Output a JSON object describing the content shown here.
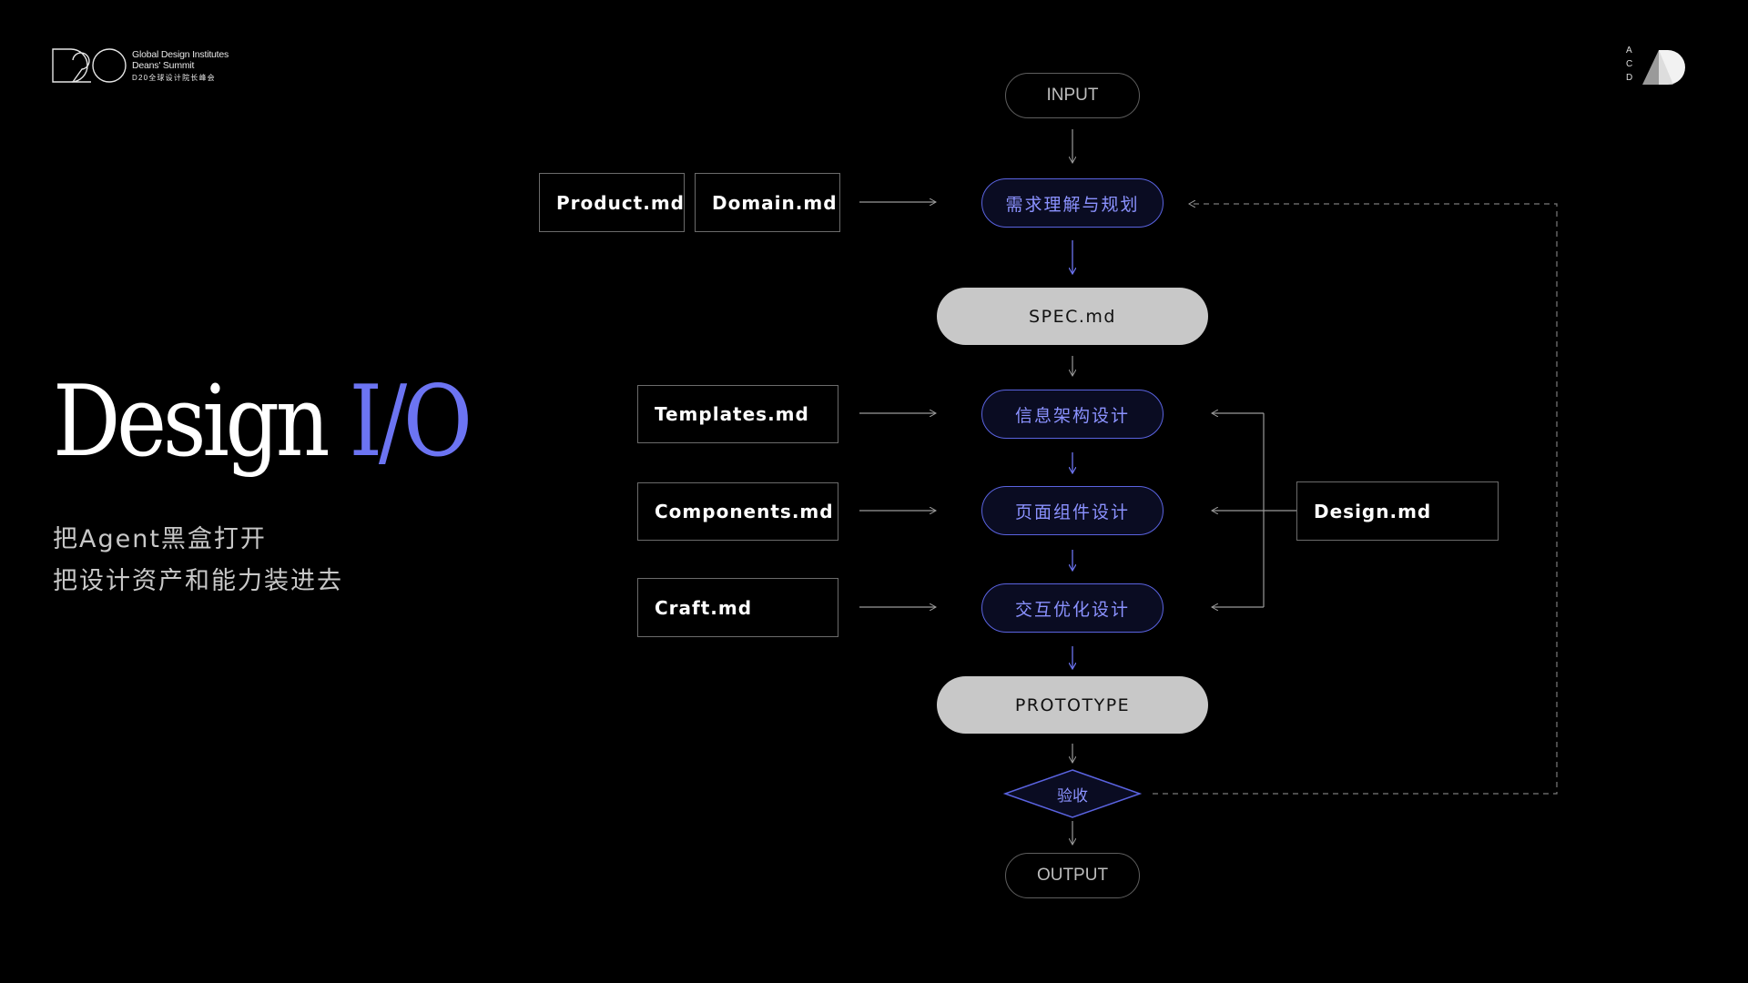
{
  "brand": {
    "line1": "Global Design Institutes",
    "line2": "Deans' Summit",
    "line3": "D20全球设计院长峰会"
  },
  "corner_logo": {
    "letters": [
      "A",
      "C",
      "D"
    ]
  },
  "title": {
    "word1": "Design",
    "word2": "I/O"
  },
  "subtitle": {
    "line1": "把Agent黑盒打开",
    "line2": "把设计资产和能力装进去"
  },
  "flow": {
    "input": "INPUT",
    "step_requirements": "需求理解与规划",
    "spec": "SPEC.md",
    "step_ia": "信息架构设计",
    "step_components": "页面组件设计",
    "step_interaction": "交互优化设计",
    "prototype": "PROTOTYPE",
    "acceptance": "验收",
    "output": "OUTPUT",
    "files": {
      "product": "Product.md",
      "domain": "Domain.md",
      "templates": "Templates.md",
      "components": "Components.md",
      "craft": "Craft.md",
      "design": "Design.md"
    }
  },
  "colors": {
    "background": "#000000",
    "accent": "#6c74f2",
    "process_border": "#5a63e0",
    "process_text": "#8b92ff",
    "artifact_fill": "#c8c8c8",
    "line": "#8a8a8a"
  }
}
